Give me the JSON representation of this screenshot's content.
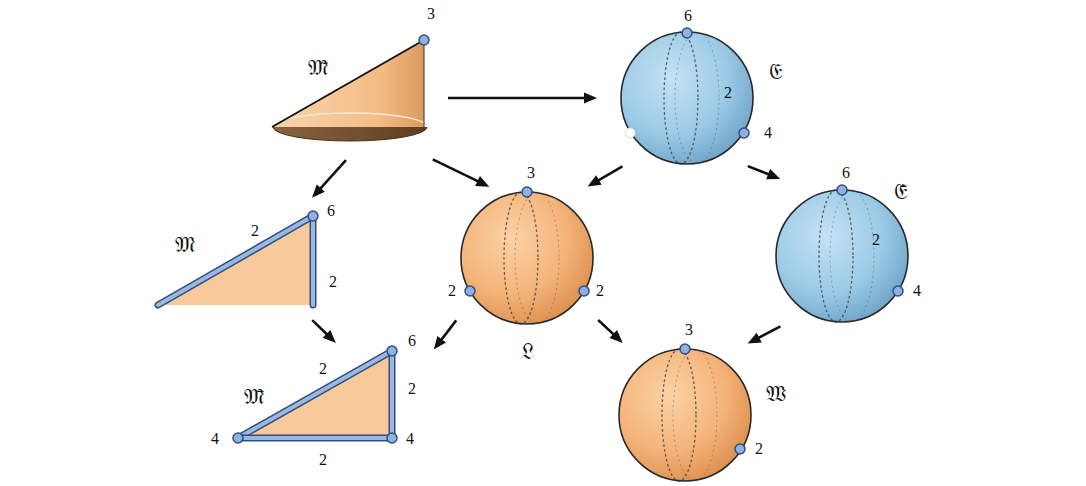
{
  "diagram": {
    "nodes": [
      {
        "text": [
          "𝔐̃"
        ]
      },
      {
        "text": [
          "𝔈"
        ]
      },
      {
        "text": [
          "𝔐"
        ]
      },
      {
        "text": [
          "𝔏"
        ]
      },
      {
        "text": [
          "𝔈̄"
        ]
      },
      {
        "text": [
          "𝔐̄"
        ]
      },
      {
        "text": [
          "𝔚"
        ]
      }
    ],
    "edges": [
      {
        "from": 0,
        "to": 1,
        "arrow": "to"
      },
      {
        "from": 0,
        "to": 2,
        "arrow": "to"
      },
      {
        "from": 0,
        "to": 3,
        "arrow": "to"
      },
      {
        "from": 1,
        "to": 3,
        "arrow": "to"
      },
      {
        "from": 1,
        "to": 4,
        "arrow": "to"
      },
      {
        "from": 2,
        "to": 5,
        "arrow": "to"
      },
      {
        "from": 3,
        "to": 5,
        "arrow": "to"
      },
      {
        "from": 3,
        "to": 6,
        "arrow": "to"
      },
      {
        "from": 4,
        "to": 6,
        "arrow": "to"
      }
    ],
    "labels": [
      "3",
      "6",
      "2",
      "4",
      "2",
      "6",
      "2",
      "3",
      "2",
      "2",
      "6",
      "2",
      "4",
      "6",
      "2",
      "2",
      "4",
      "4",
      "2",
      "3",
      "2"
    ]
  }
}
